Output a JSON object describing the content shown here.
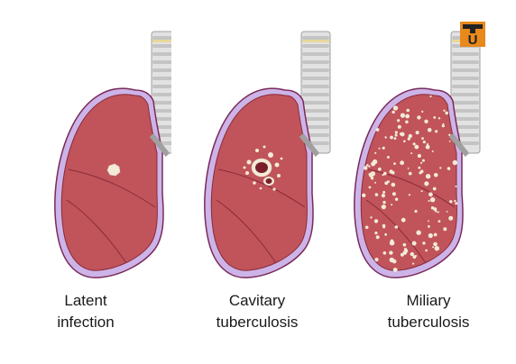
{
  "panels": [
    {
      "id": "latent",
      "caption_line1": "Latent",
      "caption_line2": "infection"
    },
    {
      "id": "cavitary",
      "caption_line1": "Cavitary",
      "caption_line2": "tuberculosis"
    },
    {
      "id": "miliary",
      "caption_line1": "Miliary",
      "caption_line2": "tuberculosis"
    }
  ],
  "logo": {
    "letter": "U",
    "icon": "tu-logo-icon"
  },
  "colors": {
    "lung_fill": "#c0545a",
    "lung_fill_light": "#d46e72",
    "pleura": "#cdb4e8",
    "pleura_outline": "#7a2a5a",
    "trachea": "#dcdcdc",
    "trachea_ring": "#b8b8b8",
    "lesion": "#f3ead8",
    "logo_orange": "#e8891c",
    "logo_dark": "#222222"
  }
}
